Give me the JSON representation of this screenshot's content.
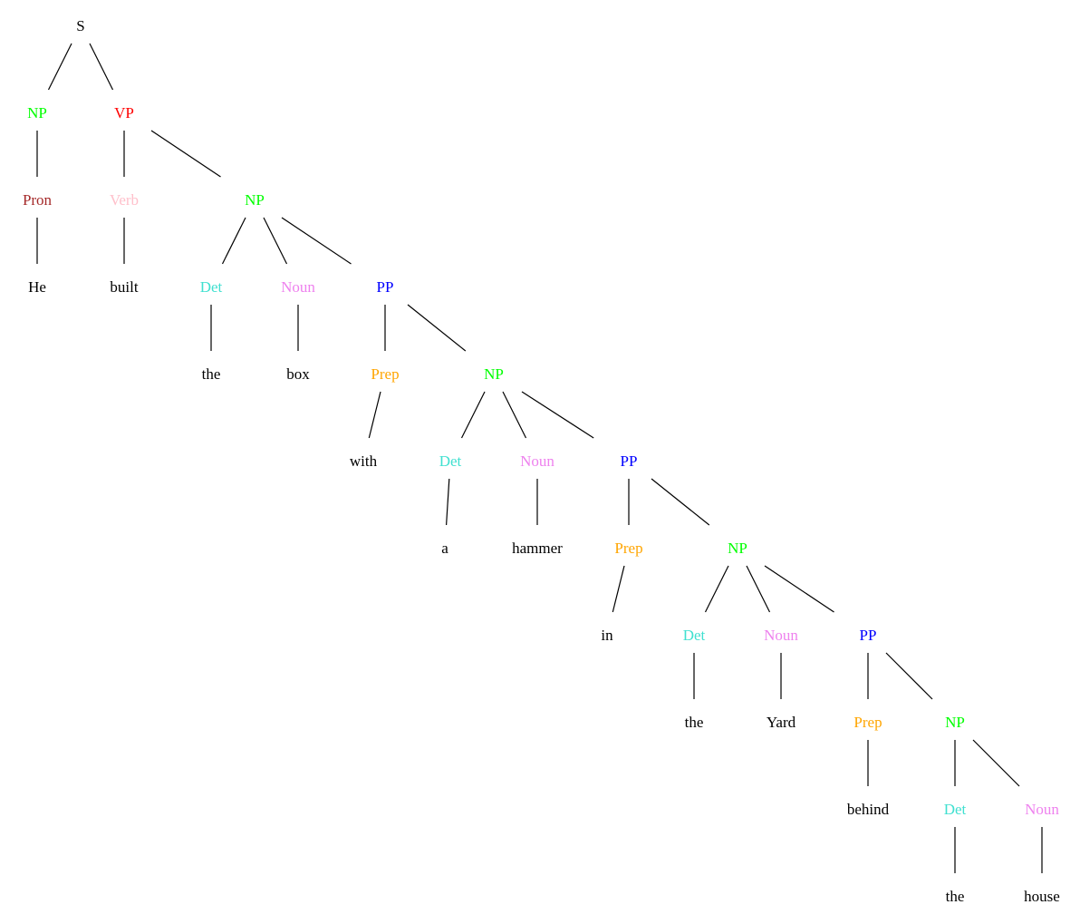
{
  "colors": {
    "S": "#000000",
    "NP": "#00ff00",
    "VP": "#ff0000",
    "PP": "#0000ff",
    "Pron": "#a52a2a",
    "Verb": "#ffc0cb",
    "Det": "#40e0d0",
    "Noun": "#ee82ee",
    "Prep": "#ffa500",
    "word": "#000000"
  },
  "tree": {
    "label": "S",
    "cat": "S",
    "children": [
      {
        "label": "NP",
        "cat": "NP",
        "children": [
          {
            "label": "Pron",
            "cat": "Pron",
            "children": [
              {
                "label": "He",
                "cat": "word"
              }
            ]
          }
        ]
      },
      {
        "label": "VP",
        "cat": "VP",
        "children": [
          {
            "label": "Verb",
            "cat": "Verb",
            "children": [
              {
                "label": "built",
                "cat": "word"
              }
            ]
          },
          {
            "label": "NP",
            "cat": "NP",
            "children": [
              {
                "label": "Det",
                "cat": "Det",
                "children": [
                  {
                    "label": "the",
                    "cat": "word"
                  }
                ]
              },
              {
                "label": "Noun",
                "cat": "Noun",
                "children": [
                  {
                    "label": "box",
                    "cat": "word"
                  }
                ]
              },
              {
                "label": "PP",
                "cat": "PP",
                "children": [
                  {
                    "label": "Prep",
                    "cat": "Prep",
                    "children": [
                      {
                        "label": "with",
                        "cat": "word"
                      }
                    ]
                  },
                  {
                    "label": "NP",
                    "cat": "NP",
                    "children": [
                      {
                        "label": "Det",
                        "cat": "Det",
                        "children": [
                          {
                            "label": "a",
                            "cat": "word"
                          }
                        ]
                      },
                      {
                        "label": "Noun",
                        "cat": "Noun",
                        "children": [
                          {
                            "label": "hammer",
                            "cat": "word"
                          }
                        ]
                      },
                      {
                        "label": "PP",
                        "cat": "PP",
                        "children": [
                          {
                            "label": "Prep",
                            "cat": "Prep",
                            "children": [
                              {
                                "label": "in",
                                "cat": "word"
                              }
                            ]
                          },
                          {
                            "label": "NP",
                            "cat": "NP",
                            "children": [
                              {
                                "label": "Det",
                                "cat": "Det",
                                "children": [
                                  {
                                    "label": "the",
                                    "cat": "word"
                                  }
                                ]
                              },
                              {
                                "label": "Noun",
                                "cat": "Noun",
                                "children": [
                                  {
                                    "label": "Yard",
                                    "cat": "word"
                                  }
                                ]
                              },
                              {
                                "label": "PP",
                                "cat": "PP",
                                "children": [
                                  {
                                    "label": "Prep",
                                    "cat": "Prep",
                                    "children": [
                                      {
                                        "label": "behind",
                                        "cat": "word"
                                      }
                                    ]
                                  },
                                  {
                                    "label": "NP",
                                    "cat": "NP",
                                    "children": [
                                      {
                                        "label": "Det",
                                        "cat": "Det",
                                        "children": [
                                          {
                                            "label": "the",
                                            "cat": "word"
                                          }
                                        ]
                                      },
                                      {
                                        "label": "Noun",
                                        "cat": "Noun",
                                        "children": [
                                          {
                                            "label": "house",
                                            "cat": "word"
                                          }
                                        ]
                                      }
                                    ]
                                  }
                                ]
                              }
                            ]
                          }
                        ]
                      }
                    ]
                  }
                ]
              }
            ]
          }
        ]
      }
    ]
  }
}
